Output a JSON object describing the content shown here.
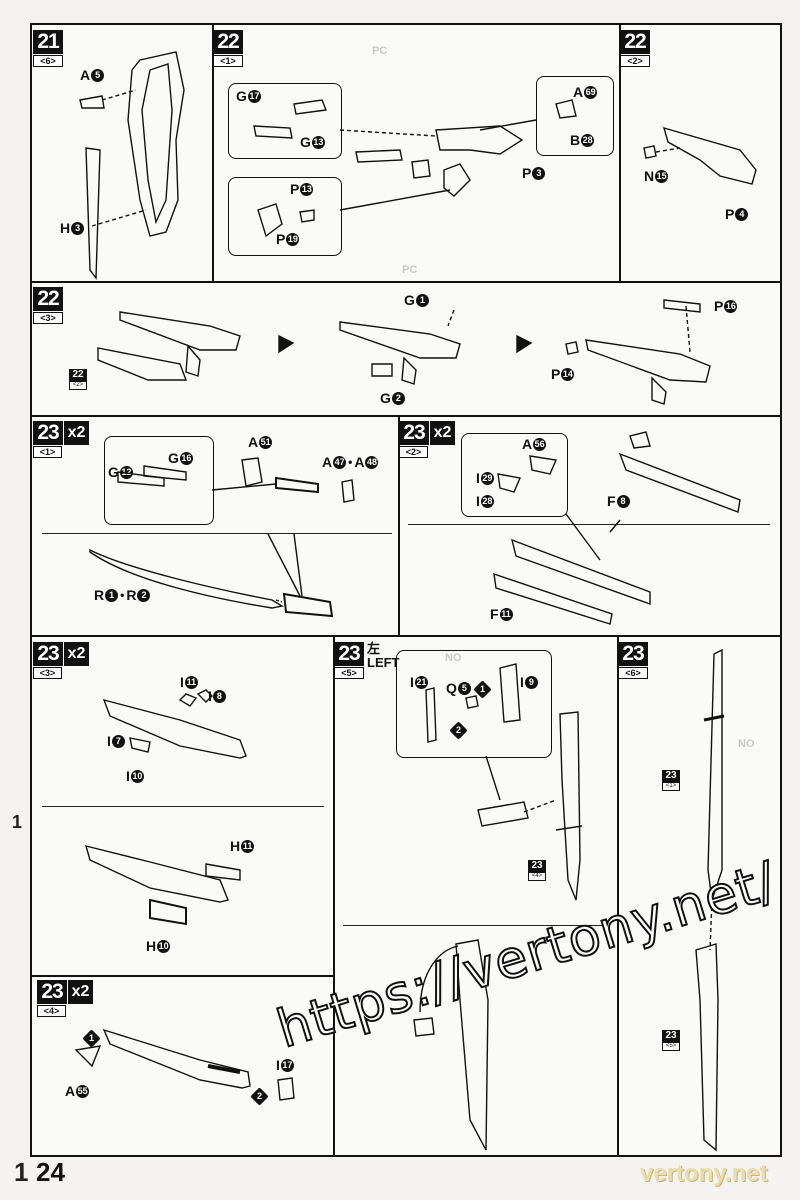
{
  "page": {
    "number": "24"
  },
  "watermark": {
    "text": "https://vertony.net/",
    "brand": "vertony.net"
  },
  "edge": {
    "left_fragment": "1",
    "bottom_left_fragment": "1"
  },
  "steps": [
    {
      "id": "s21",
      "num": "21",
      "sub": "<6>",
      "multiplier": ""
    },
    {
      "id": "s22_1",
      "num": "22",
      "sub": "<1>",
      "multiplier": ""
    },
    {
      "id": "s22_2",
      "num": "22",
      "sub": "<2>",
      "multiplier": ""
    },
    {
      "id": "s22_3",
      "num": "22",
      "sub": "<3>",
      "multiplier": ""
    },
    {
      "id": "s23_1",
      "num": "23",
      "sub": "<1>",
      "multiplier": "x2"
    },
    {
      "id": "s23_2",
      "num": "23",
      "sub": "<2>",
      "multiplier": "x2"
    },
    {
      "id": "s23_3",
      "num": "23",
      "sub": "<3>",
      "multiplier": "x2"
    },
    {
      "id": "s23_4",
      "num": "23",
      "sub": "<4>",
      "multiplier": "x2"
    },
    {
      "id": "s23_5",
      "num": "23",
      "sub": "<5>",
      "multiplier": ""
    },
    {
      "id": "s23_6",
      "num": "23",
      "sub": "<6>",
      "multiplier": ""
    }
  ],
  "left_note": {
    "kanji": "左",
    "text": "LEFT"
  },
  "refs": {
    "r22_2": {
      "num": "22",
      "sub": "<2>"
    },
    "r23_4": {
      "num": "23",
      "sub": "<4>"
    },
    "r23_1": {
      "num": "23",
      "sub": "<1>"
    },
    "r23_5": {
      "num": "23",
      "sub": "<5>"
    }
  },
  "order": {
    "one": "1",
    "two": "2"
  },
  "labels": {
    "s21": [
      {
        "letter": "A",
        "n": "5"
      },
      {
        "letter": "H",
        "n": "3"
      }
    ],
    "s22_1": [
      {
        "letter": "G",
        "n": "17"
      },
      {
        "letter": "G",
        "n": "13"
      },
      {
        "letter": "A",
        "n": "69"
      },
      {
        "letter": "B",
        "n": "28"
      },
      {
        "letter": "P",
        "n": "3"
      },
      {
        "letter": "P",
        "n": "13"
      },
      {
        "letter": "P",
        "n": "19"
      }
    ],
    "s22_2": [
      {
        "letter": "N",
        "n": "15"
      },
      {
        "letter": "P",
        "n": "4"
      }
    ],
    "s22_3": [
      {
        "letter": "G",
        "n": "1"
      },
      {
        "letter": "G",
        "n": "2"
      },
      {
        "letter": "P",
        "n": "16"
      },
      {
        "letter": "P",
        "n": "14"
      }
    ],
    "s23_1": [
      {
        "letter": "G",
        "n": "12"
      },
      {
        "letter": "G",
        "n": "16"
      },
      {
        "letter": "A",
        "n": "51"
      },
      {
        "letter": "A",
        "n": "47"
      },
      {
        "letter": "A",
        "n": "48"
      },
      {
        "letter": "R",
        "n": "1"
      },
      {
        "letter": "R",
        "n": "2"
      }
    ],
    "s23_2": [
      {
        "letter": "A",
        "n": "56"
      },
      {
        "letter": "I",
        "n": "29"
      },
      {
        "letter": "I",
        "n": "28"
      },
      {
        "letter": "F",
        "n": "8"
      },
      {
        "letter": "F",
        "n": "11"
      }
    ],
    "s23_3": [
      {
        "letter": "I",
        "n": "11"
      },
      {
        "letter": "I",
        "n": "8"
      },
      {
        "letter": "I",
        "n": "7"
      },
      {
        "letter": "I",
        "n": "10"
      },
      {
        "letter": "H",
        "n": "11"
      },
      {
        "letter": "H",
        "n": "10"
      }
    ],
    "s23_4": [
      {
        "letter": "A",
        "n": "55"
      },
      {
        "letter": "I",
        "n": "17"
      }
    ],
    "s23_5": [
      {
        "letter": "I",
        "n": "21"
      },
      {
        "letter": "Q",
        "n": "5"
      },
      {
        "letter": "I",
        "n": "9"
      }
    ]
  }
}
